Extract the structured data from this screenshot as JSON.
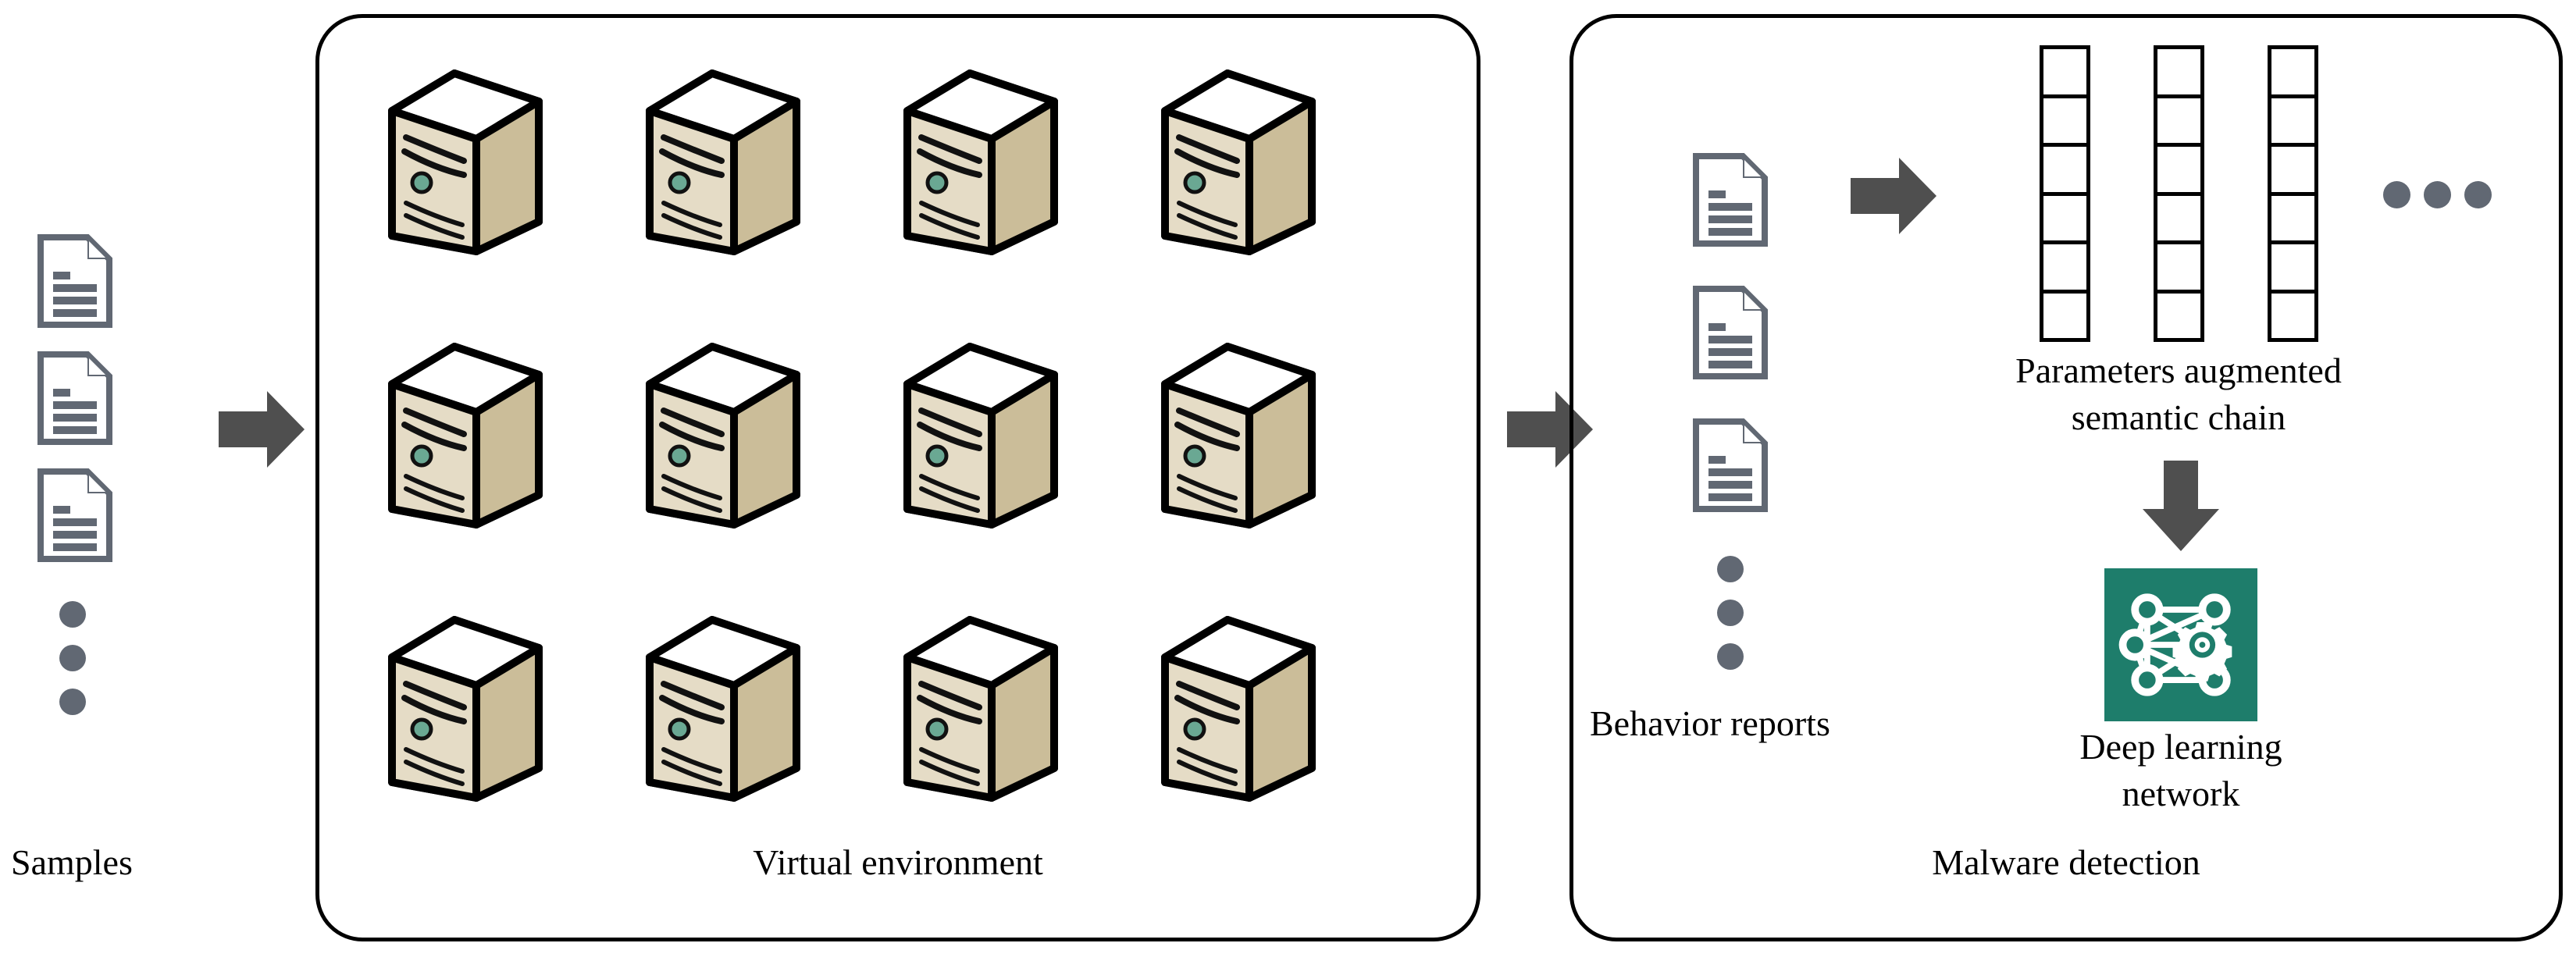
{
  "diagram": {
    "title_present": false,
    "colors": {
      "doc_icon": "#616873",
      "arrow": "#4f4f4f",
      "dots": "#616873",
      "panel_border": "#000000",
      "server_front": "#e5dcc6",
      "server_side": "#cbbd99",
      "server_top": "#ffffff",
      "server_outline": "#000000",
      "server_led": "#6aa893",
      "dl_tile": "#1e7d6b",
      "dl_icon": "#ffffff",
      "background": "#ffffff",
      "text": "#000000"
    },
    "stages": [
      {
        "id": "samples",
        "label": "Samples",
        "icon": "document-icon",
        "item_count": 3,
        "has_vertical_ellipsis": true
      },
      {
        "id": "virtual-environment",
        "label": "Virtual environment",
        "icon": "server-icon",
        "grid_rows": 3,
        "grid_cols": 4,
        "server_count": 12
      },
      {
        "id": "malware-detection",
        "label": "Malware detection",
        "reports": {
          "label": "Behavior reports",
          "icon": "document-icon",
          "item_count": 3,
          "has_vertical_ellipsis": true
        },
        "semantic_chain": {
          "label_line1": "Parameters augmented",
          "label_line2": "semantic chain",
          "column_count": 3,
          "cells_per_column": 6,
          "has_horizontal_ellipsis": true
        },
        "model": {
          "label_line1": "Deep learning",
          "label_line2": "network",
          "icon": "neural-network-gear-icon",
          "tile_color": "#1e7d6b"
        }
      }
    ],
    "arrows": [
      {
        "id": "samples-to-vm",
        "direction": "right"
      },
      {
        "id": "vm-to-detection",
        "direction": "right"
      },
      {
        "id": "reports-to-chain",
        "direction": "right"
      },
      {
        "id": "chain-to-model",
        "direction": "down"
      }
    ]
  }
}
